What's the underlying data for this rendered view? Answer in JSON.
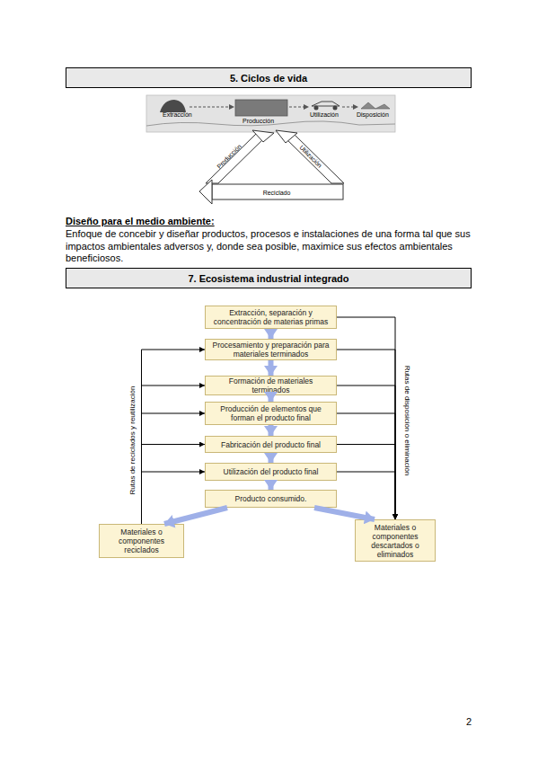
{
  "diagram": {
    "nodes": [
      {
        "text": [
          "5. Ciclos de vida"
        ]
      },
      {
        "text": [
          "7. Ecosistema industrial integrado"
        ]
      },
      {
        "text": [
          "Extracción, separación y concentración de materias primas"
        ]
      },
      {
        "text": [
          "Procesamiento y preparación para materiales terminados"
        ]
      },
      {
        "text": [
          "Formación de materiales terminados"
        ]
      },
      {
        "text": [
          "Producción de elementos que forman el producto final"
        ]
      },
      {
        "text": [
          "Fabricación del producto final"
        ]
      },
      {
        "text": [
          "Utilización del producto final"
        ]
      },
      {
        "text": [
          "Producto consumido."
        ]
      },
      {
        "text": [
          "Materiales o componentes reciclados"
        ]
      },
      {
        "text": [
          "Materiales o componentes descartados o eliminados"
        ]
      }
    ],
    "edges": [
      {
        "from": 2,
        "to": 3,
        "arrow": "to"
      },
      {
        "from": 3,
        "to": 4,
        "arrow": "to"
      },
      {
        "from": 4,
        "to": 5,
        "arrow": "to"
      },
      {
        "from": 5,
        "to": 6,
        "arrow": "to"
      },
      {
        "from": 6,
        "to": 7,
        "arrow": "to"
      },
      {
        "from": 7,
        "to": 8,
        "arrow": "to"
      },
      {
        "from": 8,
        "to": 9,
        "arrow": "to"
      },
      {
        "from": 8,
        "to": 10,
        "arrow": "to"
      },
      {
        "from": 9,
        "to": 3,
        "arrow": "to"
      },
      {
        "from": 9,
        "to": 4,
        "arrow": "to"
      },
      {
        "from": 9,
        "to": 5,
        "arrow": "to"
      },
      {
        "from": 9,
        "to": 6,
        "arrow": "to"
      },
      {
        "from": 9,
        "to": 7,
        "arrow": "to"
      },
      {
        "from": 2,
        "to": 10,
        "arrow": "to"
      },
      {
        "from": 3,
        "to": 10,
        "arrow": "to"
      },
      {
        "from": 4,
        "to": 10,
        "arrow": "to"
      },
      {
        "from": 5,
        "to": 10,
        "arrow": "to"
      },
      {
        "from": 6,
        "to": 10,
        "arrow": "to"
      },
      {
        "from": 7,
        "to": 10,
        "arrow": "to"
      }
    ],
    "labels": [
      "Extracción",
      "Producción",
      "Utilización",
      "Disposición",
      "Producción",
      "Utilización",
      "Reciclado",
      "Diseño para el medio ambiente:",
      "Enfoque de concebir y diseñar productos, procesos e instalaciones de una forma tal que sus impactos ambientales adversos y, donde sea posible, maximice sus efectos ambientales beneficiosos.",
      "Rutas de reciclados y reutilización",
      "Rutas de disposición o eliminación",
      "2"
    ]
  }
}
